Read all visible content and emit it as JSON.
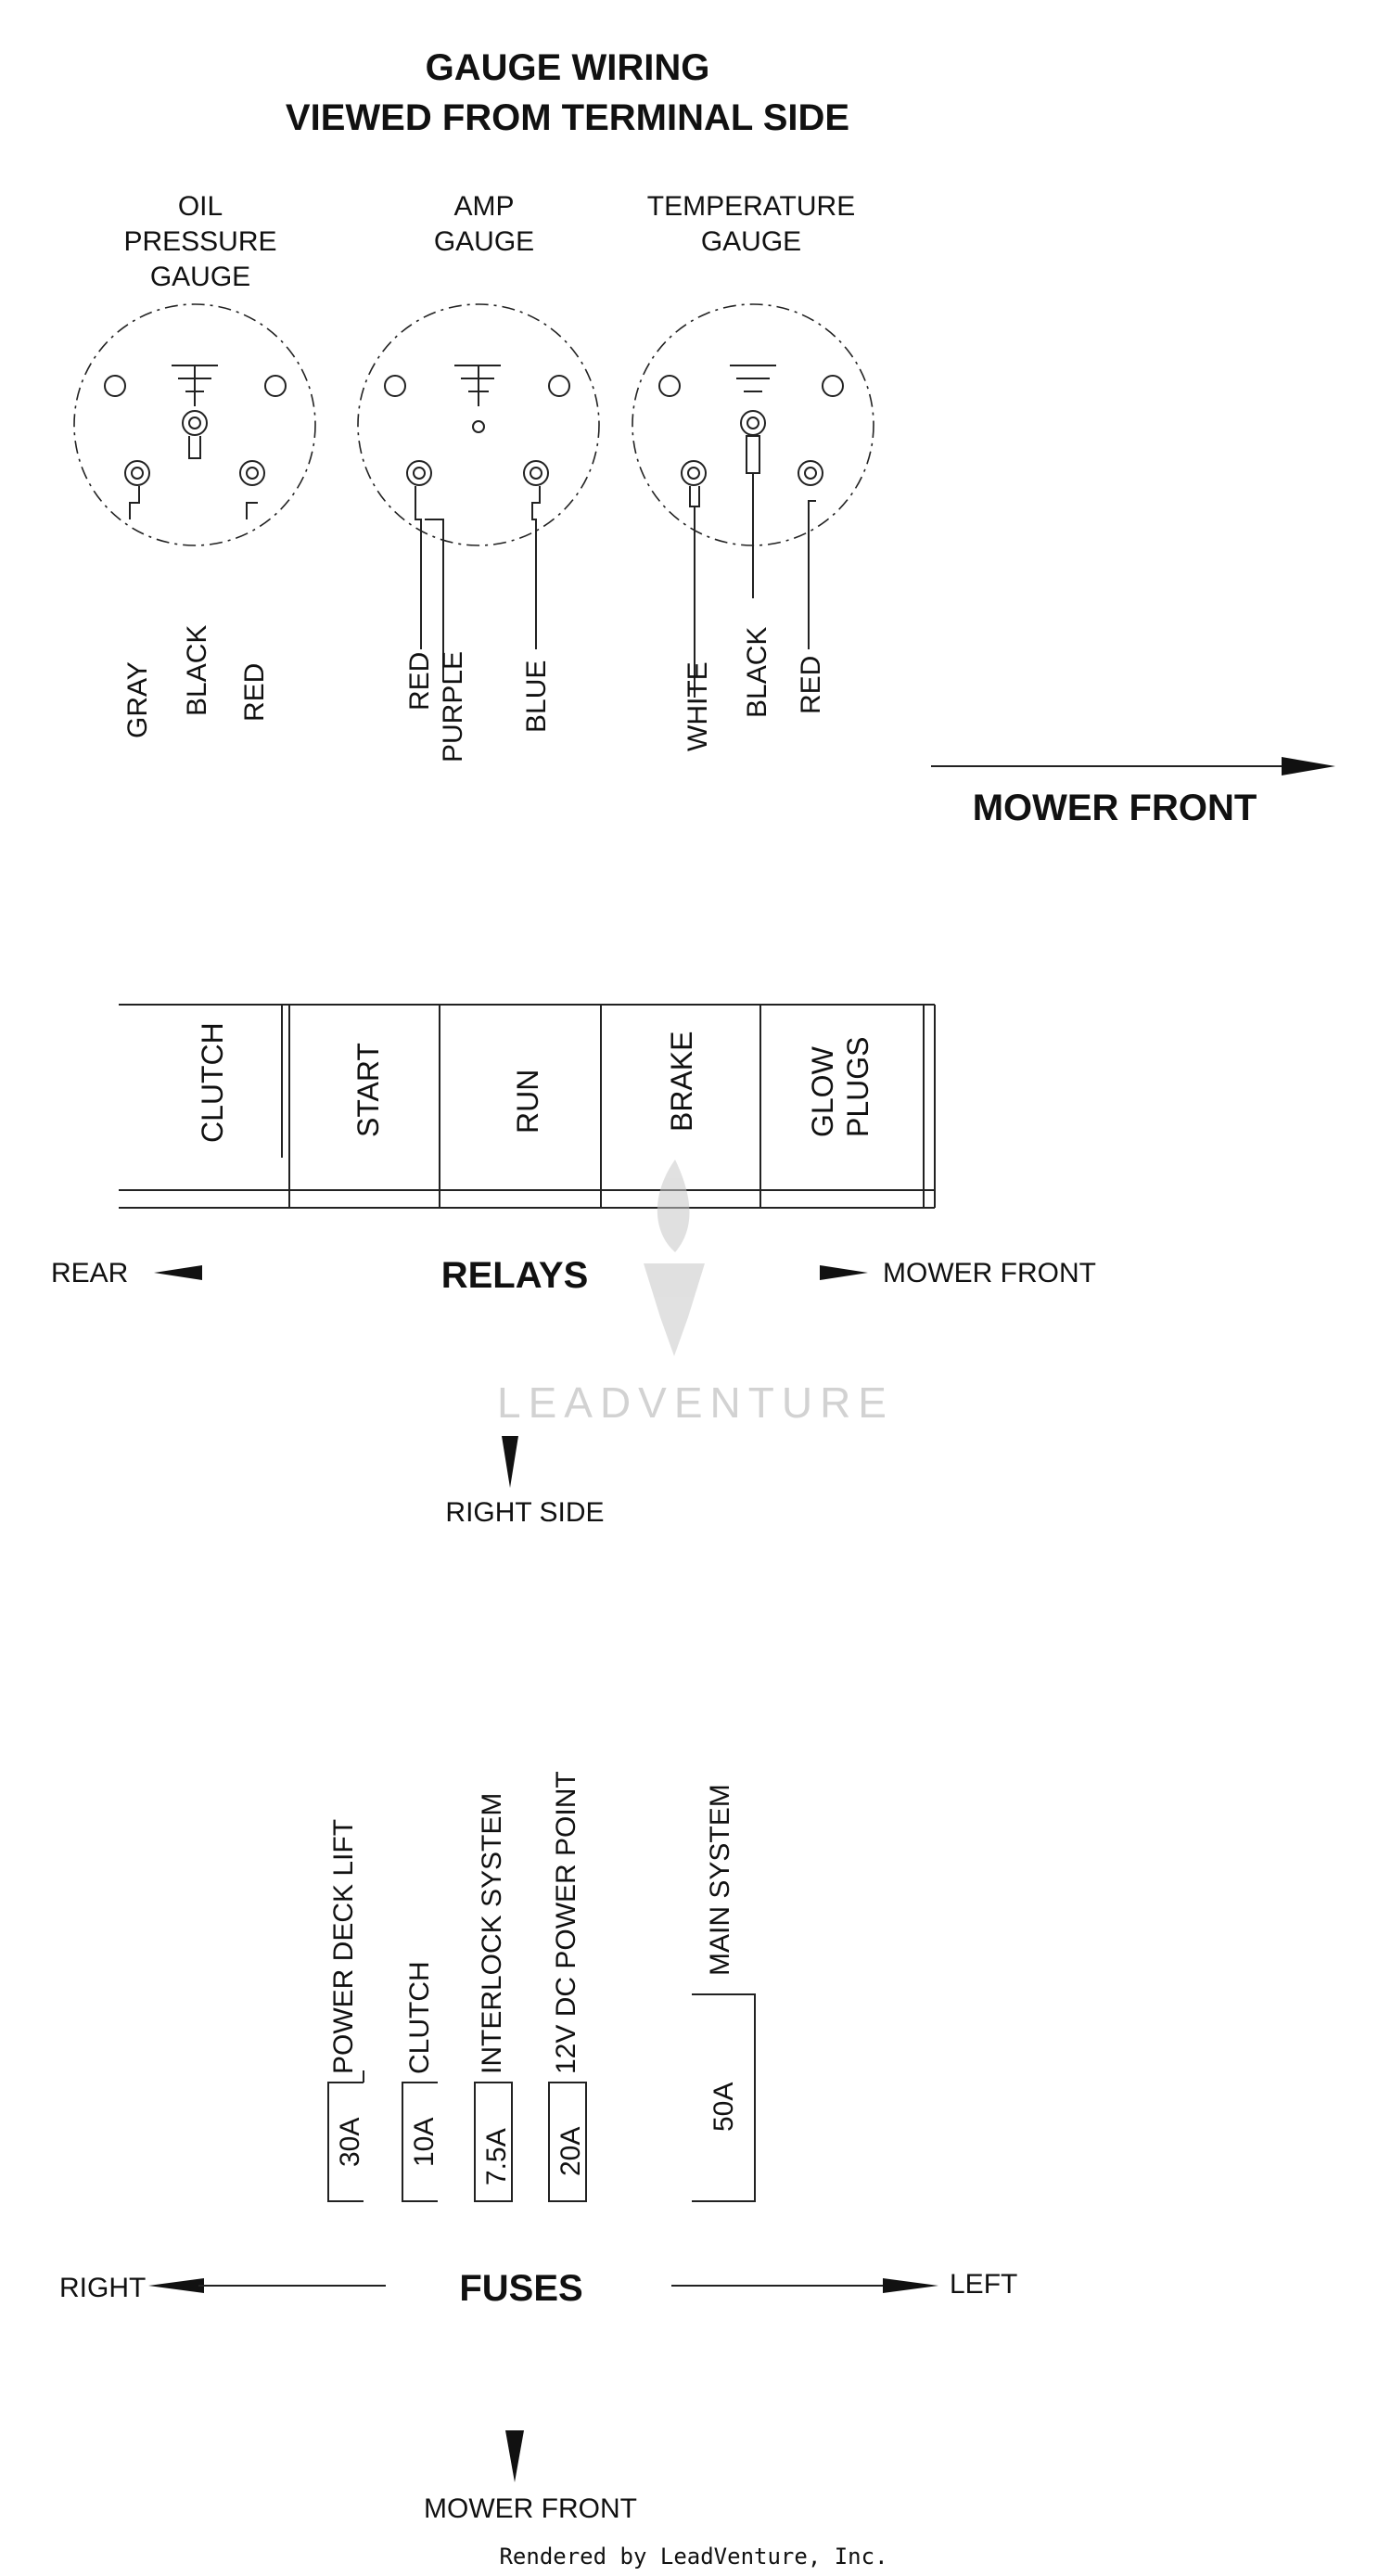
{
  "title": {
    "line1": "GAUGE WIRING",
    "line2": "VIEWED FROM TERMINAL SIDE"
  },
  "gauges": [
    {
      "label_lines": [
        "OIL",
        "PRESSURE",
        "GAUGE"
      ],
      "wires": [
        "GRAY",
        "BLACK",
        "RED"
      ]
    },
    {
      "label_lines": [
        "AMP",
        "GAUGE"
      ],
      "wires": [
        "RED",
        "PURPLE",
        "BLUE"
      ]
    },
    {
      "label_lines": [
        "TEMPERATURE",
        "GAUGE"
      ],
      "wires": [
        "WHITE",
        "BLACK",
        "RED"
      ]
    }
  ],
  "gauge_direction": "MOWER FRONT",
  "relays": {
    "title": "RELAYS",
    "slots": [
      {
        "lines": [
          "CLUTCH"
        ]
      },
      {
        "lines": [
          "START"
        ]
      },
      {
        "lines": [
          "RUN"
        ]
      },
      {
        "lines": [
          "BRAKE"
        ]
      },
      {
        "lines": [
          "GLOW",
          "PLUGS"
        ]
      }
    ],
    "left_label": "REAR",
    "right_label": "MOWER FRONT",
    "bottom_label": "RIGHT SIDE"
  },
  "fuses": {
    "title": "FUSES",
    "items": [
      {
        "rating": "30A",
        "name": "POWER DECK LIFT"
      },
      {
        "rating": "10A",
        "name": "CLUTCH"
      },
      {
        "rating": "7.5A",
        "name": "INTERLOCK SYSTEM"
      },
      {
        "rating": "20A",
        "name": "12V DC POWER POINT"
      },
      {
        "rating": "50A",
        "name": "MAIN SYSTEM"
      }
    ],
    "left_label": "RIGHT",
    "right_label": "LEFT",
    "bottom_label": "MOWER FRONT"
  },
  "watermark": "LEADVENTURE",
  "footer": "Rendered by LeadVenture, Inc."
}
